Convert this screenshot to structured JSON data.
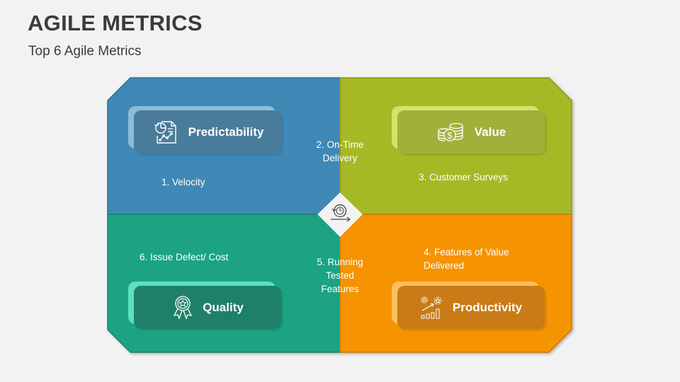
{
  "header": {
    "title": "AGILE METRICS",
    "subtitle": "Top 6 Agile Metrics"
  },
  "colors": {
    "background": "#f2f2f2",
    "predictability_quadrant": "#3f88b5",
    "value_quadrant": "#a6b825",
    "quality_quadrant": "#1fa384",
    "productivity_quadrant": "#f59300"
  },
  "quadrants": {
    "predictability": {
      "title": "Predictability",
      "icon": "report-chart-icon"
    },
    "value": {
      "title": "Value",
      "icon": "coins-dollar-icon"
    },
    "quality": {
      "title": "Quality",
      "icon": "award-ribbon-icon"
    },
    "productivity": {
      "title": "Productivity",
      "icon": "growth-gears-icon"
    }
  },
  "metrics": [
    {
      "label": "1. Velocity"
    },
    {
      "label_line1": "2. On-Time",
      "label_line2": "Delivery"
    },
    {
      "label": "3. Customer Surveys"
    },
    {
      "label_line1": "4. Features of Value",
      "label_line2": "Delivered"
    },
    {
      "label_line1": "5. Running",
      "label_line2": "Tested",
      "label_line3": "Features"
    },
    {
      "label": "6. Issue Defect/ Cost"
    }
  ],
  "center": {
    "icon": "agile-cycle-icon"
  }
}
